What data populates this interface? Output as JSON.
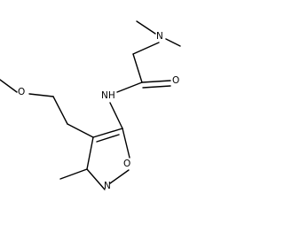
{
  "molecule": {
    "atoms": {
      "n_amine": "N",
      "nh": "NH",
      "o_carbonyl": "O",
      "o_ether": "O",
      "o_ring": "O",
      "n_ring": "N"
    },
    "colors": {
      "bond": "#000000",
      "text": "#000000",
      "background": "#ffffff"
    }
  }
}
